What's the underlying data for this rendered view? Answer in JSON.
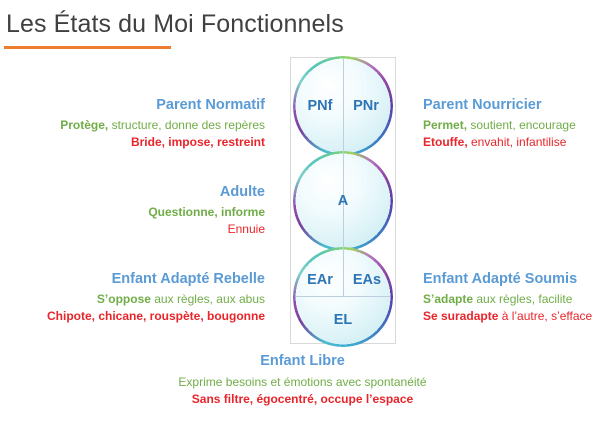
{
  "title": "Les États du Moi Fonctionnels",
  "colors": {
    "title_text": "#404040",
    "title_rule": "#ED7D31",
    "heading_blue": "#5B9BD5",
    "bubble_label_blue": "#2E75B6",
    "positive_green": "#70AD47",
    "negative_red": "#E8252A",
    "frame_border": "#D9D9D9"
  },
  "diagram": {
    "bubbles": [
      {
        "name": "parent",
        "labels": [
          "PNf",
          "PNr"
        ]
      },
      {
        "name": "adulte",
        "labels": [
          "A"
        ]
      },
      {
        "name": "enfant",
        "labels": [
          "EAr",
          "EAs",
          "EL"
        ]
      }
    ]
  },
  "labels": {
    "pnf": "PNf",
    "pnr": "PNr",
    "a": "A",
    "ear": "EAr",
    "eas": "EAs",
    "el": "EL"
  },
  "blocks": {
    "parent_normatif": {
      "heading": "Parent Normatif",
      "green_bold": "Protège,",
      "green_rest": " structure, donne des repères",
      "red_bold": "Bride, impose, restreint",
      "red_rest": ""
    },
    "parent_nourricier": {
      "heading": "Parent Nourricier",
      "green_bold": "Permet,",
      "green_rest": " soutient, encourage",
      "red_bold": "Etouffe,",
      "red_rest": " envahit, infantilise"
    },
    "adulte": {
      "heading": "Adulte",
      "green_bold": "Questionne, informe",
      "green_rest": "",
      "red_bold": "",
      "red_rest": "Ennuie"
    },
    "enfant_adapte_rebelle": {
      "heading": "Enfant Adapté Rebelle",
      "green_bold": "S’oppose",
      "green_rest": " aux règles, aux abus",
      "red_bold": "Chipote, chicane, rouspète, bougonne",
      "red_rest": ""
    },
    "enfant_adapte_soumis": {
      "heading": "Enfant Adapté Soumis",
      "green_bold": "S’adapte",
      "green_rest": " aux règles, facilite",
      "red_bold": "Se suradapte",
      "red_rest": " à l’autre, s’efface"
    },
    "enfant_libre": {
      "heading": "Enfant Libre",
      "green_bold": "",
      "green_rest": "Exprime besoins et émotions avec spontanéité",
      "red_bold": "Sans filtre, égocentré, occupe l’espace",
      "red_rest": ""
    }
  }
}
